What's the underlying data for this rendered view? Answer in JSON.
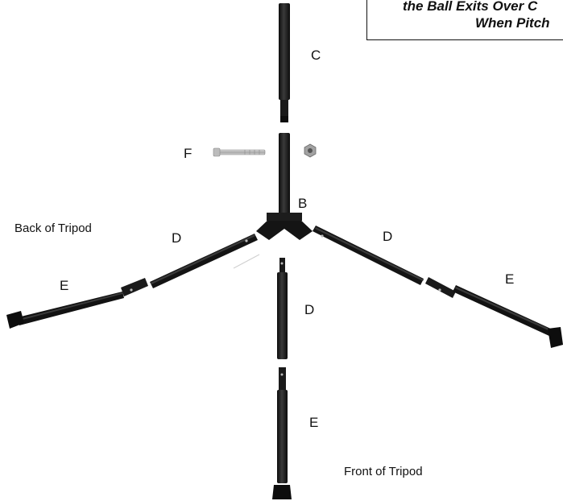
{
  "note": {
    "line1": "the Ball Exits Over C",
    "line2": "When Pitch"
  },
  "captions": {
    "back": "Back of Tripod",
    "front": "Front of Tripod"
  },
  "part_labels": {
    "c": "C",
    "f": "F",
    "b": "B",
    "d_left": "D",
    "d_right": "D",
    "d_center": "D",
    "e_left": "E",
    "e_right": "E",
    "e_bottom": "E"
  },
  "colors": {
    "tube": "#151515",
    "tube_highlight": "#3a3a3a",
    "bolt": "#b8b8b8",
    "nut": "#9a9a9a"
  }
}
